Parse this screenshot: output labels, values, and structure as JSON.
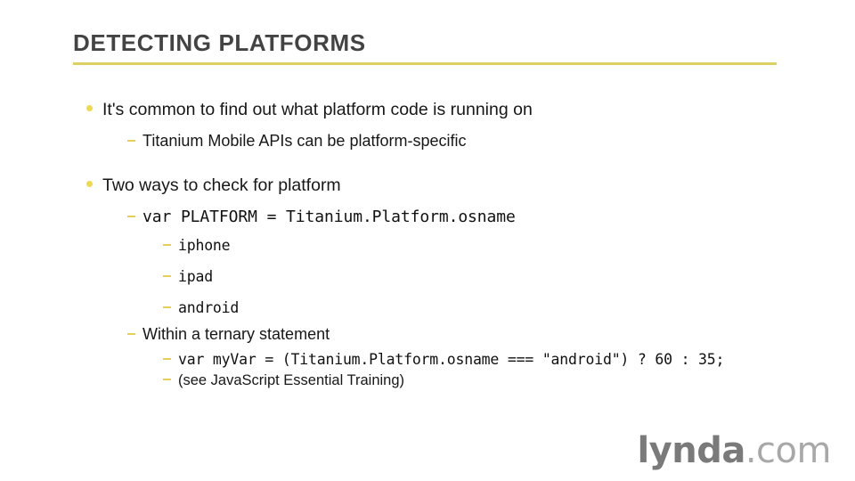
{
  "slide": {
    "title": "DETECTING PLATFORMS",
    "accent_color": "#ded060",
    "title_color": "#434343",
    "background_color": "#ffffff",
    "bullet_dot_color": "#f2d94b",
    "bullet_dash_color": "#e8cf4d"
  },
  "content": {
    "bullet1": "It's common to find out what platform code is running on",
    "bullet1_sub1": "Titanium Mobile APIs can be platform-specific",
    "bullet2": "Two ways to check for platform",
    "bullet2_code": "var PLATFORM = Titanium.Platform.osname",
    "option1": "iphone",
    "option2": "ipad",
    "option3": "android",
    "ternary_heading": "Within a ternary statement",
    "ternary_code": "var myVar = (Titanium.Platform.osname === \"android\") ? 60 : 35;",
    "ternary_note": "(see JavaScript Essential Training)"
  },
  "branding": {
    "logo_primary": "lynda",
    "logo_suffix": ".com"
  }
}
